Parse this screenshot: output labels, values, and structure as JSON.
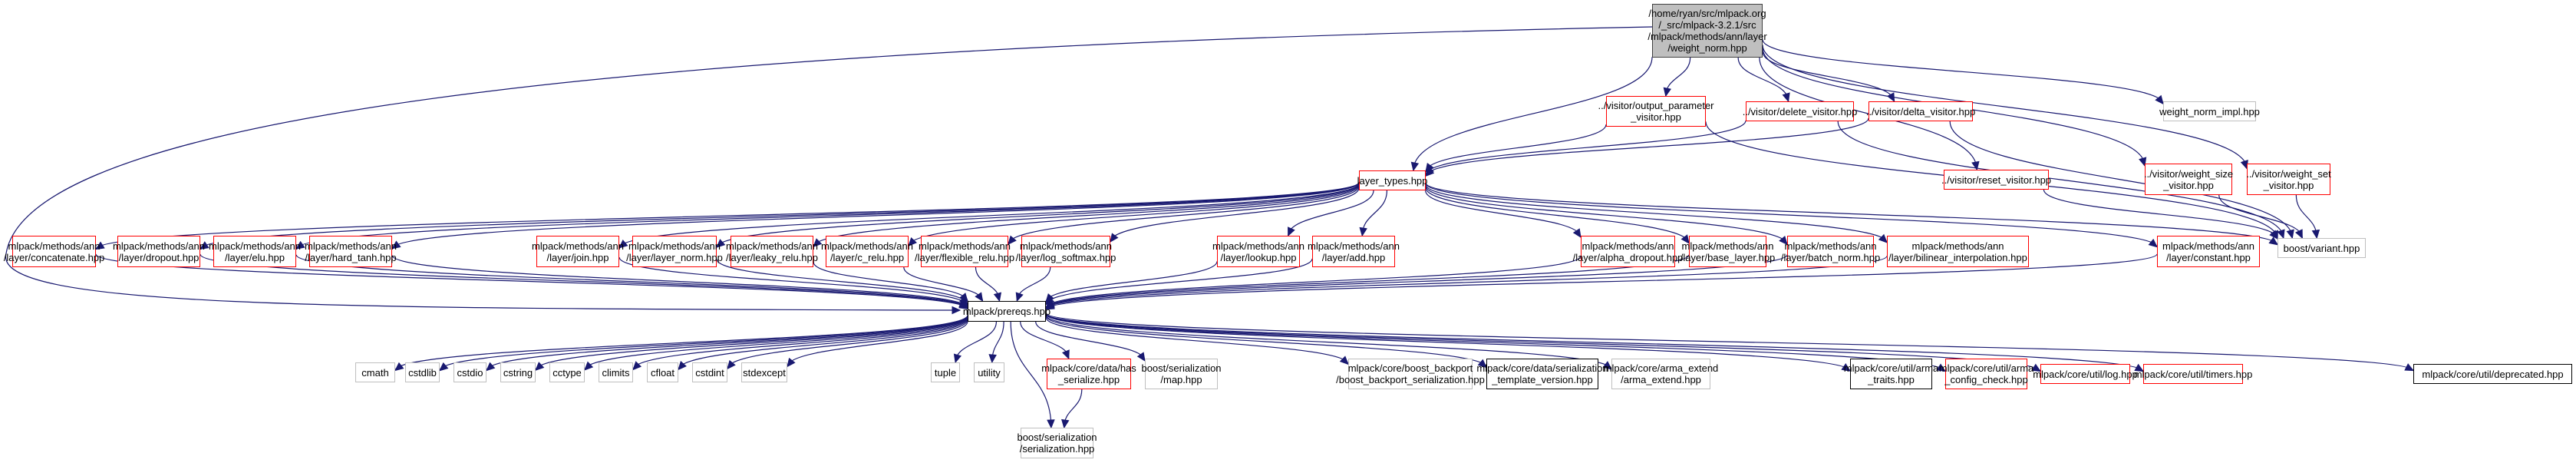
{
  "colors": {
    "edge": "#191970",
    "red_border": "#ff0000",
    "black_border": "#000000",
    "gray_border": "#bfbfbf",
    "root_fill": "#bfbfbf"
  },
  "nodes": [
    {
      "id": "root",
      "label": "/home/ryan/src/mlpack.org\n/_src/mlpack-3.2.1/src\n/mlpack/methods/ann/layer\n/weight_norm.hpp",
      "style": "root"
    },
    {
      "id": "outparam",
      "label": "../visitor/output_parameter\n_visitor.hpp",
      "style": "red"
    },
    {
      "id": "delete",
      "label": "../visitor/delete_visitor.hpp",
      "style": "red"
    },
    {
      "id": "delta",
      "label": "../visitor/delta_visitor.hpp",
      "style": "red"
    },
    {
      "id": "impl",
      "label": "weight_norm_impl.hpp",
      "style": "gray"
    },
    {
      "id": "layertypes",
      "label": "layer_types.hpp",
      "style": "red"
    },
    {
      "id": "reset",
      "label": "../visitor/reset_visitor.hpp",
      "style": "red"
    },
    {
      "id": "wsize",
      "label": "../visitor/weight_size\n_visitor.hpp",
      "style": "red"
    },
    {
      "id": "wset",
      "label": "../visitor/weight_set\n_visitor.hpp",
      "style": "red"
    },
    {
      "id": "concat",
      "label": "mlpack/methods/ann\n/layer/concatenate.hpp",
      "style": "red"
    },
    {
      "id": "dropout",
      "label": "mlpack/methods/ann\n/layer/dropout.hpp",
      "style": "red"
    },
    {
      "id": "elu",
      "label": "mlpack/methods/ann\n/layer/elu.hpp",
      "style": "red"
    },
    {
      "id": "hardtanh",
      "label": "mlpack/methods/ann\n/layer/hard_tanh.hpp",
      "style": "red"
    },
    {
      "id": "join",
      "label": "mlpack/methods/ann\n/layer/join.hpp",
      "style": "red"
    },
    {
      "id": "layernorm",
      "label": "mlpack/methods/ann\n/layer/layer_norm.hpp",
      "style": "red"
    },
    {
      "id": "leaky",
      "label": "mlpack/methods/ann\n/layer/leaky_relu.hpp",
      "style": "red"
    },
    {
      "id": "crelu",
      "label": "mlpack/methods/ann\n/layer/c_relu.hpp",
      "style": "red"
    },
    {
      "id": "flex",
      "label": "mlpack/methods/ann\n/layer/flexible_relu.hpp",
      "style": "red"
    },
    {
      "id": "logsm",
      "label": "mlpack/methods/ann\n/layer/log_softmax.hpp",
      "style": "red"
    },
    {
      "id": "lookup",
      "label": "mlpack/methods/ann\n/layer/lookup.hpp",
      "style": "red"
    },
    {
      "id": "add",
      "label": "mlpack/methods/ann\n/layer/add.hpp",
      "style": "red"
    },
    {
      "id": "alpha",
      "label": "mlpack/methods/ann\n/layer/alpha_dropout.hpp",
      "style": "red"
    },
    {
      "id": "base",
      "label": "mlpack/methods/ann\n/layer/base_layer.hpp",
      "style": "red"
    },
    {
      "id": "batch",
      "label": "mlpack/methods/ann\n/layer/batch_norm.hpp",
      "style": "red"
    },
    {
      "id": "bilinear",
      "label": "mlpack/methods/ann\n/layer/bilinear_interpolation.hpp",
      "style": "red"
    },
    {
      "id": "constant",
      "label": "mlpack/methods/ann\n/layer/constant.hpp",
      "style": "red"
    },
    {
      "id": "variant",
      "label": "boost/variant.hpp",
      "style": "gray"
    },
    {
      "id": "prereqs",
      "label": "mlpack/prereqs.hpp",
      "style": "black"
    },
    {
      "id": "cmath",
      "label": "cmath",
      "style": "gray"
    },
    {
      "id": "cstdlib",
      "label": "cstdlib",
      "style": "gray"
    },
    {
      "id": "cstdio",
      "label": "cstdio",
      "style": "gray"
    },
    {
      "id": "cstring",
      "label": "cstring",
      "style": "gray"
    },
    {
      "id": "cctype",
      "label": "cctype",
      "style": "gray"
    },
    {
      "id": "climits",
      "label": "climits",
      "style": "gray"
    },
    {
      "id": "cfloat",
      "label": "cfloat",
      "style": "gray"
    },
    {
      "id": "cstdint",
      "label": "cstdint",
      "style": "gray"
    },
    {
      "id": "stdexcept",
      "label": "stdexcept",
      "style": "gray"
    },
    {
      "id": "tuple",
      "label": "tuple",
      "style": "gray"
    },
    {
      "id": "utility",
      "label": "utility",
      "style": "gray"
    },
    {
      "id": "hasser",
      "label": "mlpack/core/data/has\n_serialize.hpp",
      "style": "red"
    },
    {
      "id": "bsmap",
      "label": "boost/serialization\n/map.hpp",
      "style": "gray"
    },
    {
      "id": "backport",
      "label": "mlpack/core/boost_backport\n/boost_backport_serialization.hpp",
      "style": "gray"
    },
    {
      "id": "sertv",
      "label": "mlpack/core/data/serialization\n_template_version.hpp",
      "style": "black"
    },
    {
      "id": "armaext",
      "label": "mlpack/core/arma_extend\n/arma_extend.hpp",
      "style": "gray"
    },
    {
      "id": "armatraits",
      "label": "mlpack/core/util/arma\n_traits.hpp",
      "style": "black"
    },
    {
      "id": "armacfg",
      "label": "mlpack/core/util/arma\n_config_check.hpp",
      "style": "red"
    },
    {
      "id": "log",
      "label": "mlpack/core/util/log.hpp",
      "style": "red"
    },
    {
      "id": "timers",
      "label": "mlpack/core/util/timers.hpp",
      "style": "red"
    },
    {
      "id": "deprecated",
      "label": "mlpack/core/util/deprecated.hpp",
      "style": "black"
    },
    {
      "id": "bsser",
      "label": "boost/serialization\n/serialization.hpp",
      "style": "gray"
    }
  ],
  "edges": [
    [
      "root",
      "outparam"
    ],
    [
      "root",
      "delete"
    ],
    [
      "root",
      "delta"
    ],
    [
      "root",
      "impl"
    ],
    [
      "root",
      "layertypes"
    ],
    [
      "root",
      "reset"
    ],
    [
      "root",
      "wsize"
    ],
    [
      "root",
      "wset"
    ],
    [
      "root",
      "prereqs"
    ],
    [
      "outparam",
      "layertypes"
    ],
    [
      "outparam",
      "variant"
    ],
    [
      "delete",
      "layertypes"
    ],
    [
      "delete",
      "variant"
    ],
    [
      "delta",
      "layertypes"
    ],
    [
      "delta",
      "variant"
    ],
    [
      "reset",
      "variant"
    ],
    [
      "wsize",
      "variant"
    ],
    [
      "wset",
      "variant"
    ],
    [
      "layertypes",
      "concat"
    ],
    [
      "layertypes",
      "dropout"
    ],
    [
      "layertypes",
      "elu"
    ],
    [
      "layertypes",
      "hardtanh"
    ],
    [
      "layertypes",
      "join"
    ],
    [
      "layertypes",
      "layernorm"
    ],
    [
      "layertypes",
      "leaky"
    ],
    [
      "layertypes",
      "crelu"
    ],
    [
      "layertypes",
      "flex"
    ],
    [
      "layertypes",
      "logsm"
    ],
    [
      "layertypes",
      "lookup"
    ],
    [
      "layertypes",
      "add"
    ],
    [
      "layertypes",
      "alpha"
    ],
    [
      "layertypes",
      "base"
    ],
    [
      "layertypes",
      "batch"
    ],
    [
      "layertypes",
      "bilinear"
    ],
    [
      "layertypes",
      "constant"
    ],
    [
      "layertypes",
      "variant"
    ],
    [
      "concat",
      "prereqs"
    ],
    [
      "dropout",
      "prereqs"
    ],
    [
      "elu",
      "prereqs"
    ],
    [
      "hardtanh",
      "prereqs"
    ],
    [
      "join",
      "prereqs"
    ],
    [
      "layernorm",
      "prereqs"
    ],
    [
      "leaky",
      "prereqs"
    ],
    [
      "crelu",
      "prereqs"
    ],
    [
      "flex",
      "prereqs"
    ],
    [
      "logsm",
      "prereqs"
    ],
    [
      "lookup",
      "prereqs"
    ],
    [
      "add",
      "prereqs"
    ],
    [
      "alpha",
      "prereqs"
    ],
    [
      "base",
      "prereqs"
    ],
    [
      "batch",
      "prereqs"
    ],
    [
      "bilinear",
      "prereqs"
    ],
    [
      "constant",
      "prereqs"
    ],
    [
      "prereqs",
      "cmath"
    ],
    [
      "prereqs",
      "cstdlib"
    ],
    [
      "prereqs",
      "cstdio"
    ],
    [
      "prereqs",
      "cstring"
    ],
    [
      "prereqs",
      "cctype"
    ],
    [
      "prereqs",
      "climits"
    ],
    [
      "prereqs",
      "cfloat"
    ],
    [
      "prereqs",
      "cstdint"
    ],
    [
      "prereqs",
      "stdexcept"
    ],
    [
      "prereqs",
      "tuple"
    ],
    [
      "prereqs",
      "utility"
    ],
    [
      "prereqs",
      "hasser"
    ],
    [
      "prereqs",
      "bsmap"
    ],
    [
      "prereqs",
      "backport"
    ],
    [
      "prereqs",
      "sertv"
    ],
    [
      "prereqs",
      "armaext"
    ],
    [
      "prereqs",
      "armatraits"
    ],
    [
      "prereqs",
      "armacfg"
    ],
    [
      "prereqs",
      "log"
    ],
    [
      "prereqs",
      "timers"
    ],
    [
      "prereqs",
      "deprecated"
    ],
    [
      "prereqs",
      "bsser"
    ],
    [
      "hasser",
      "bsser"
    ]
  ]
}
